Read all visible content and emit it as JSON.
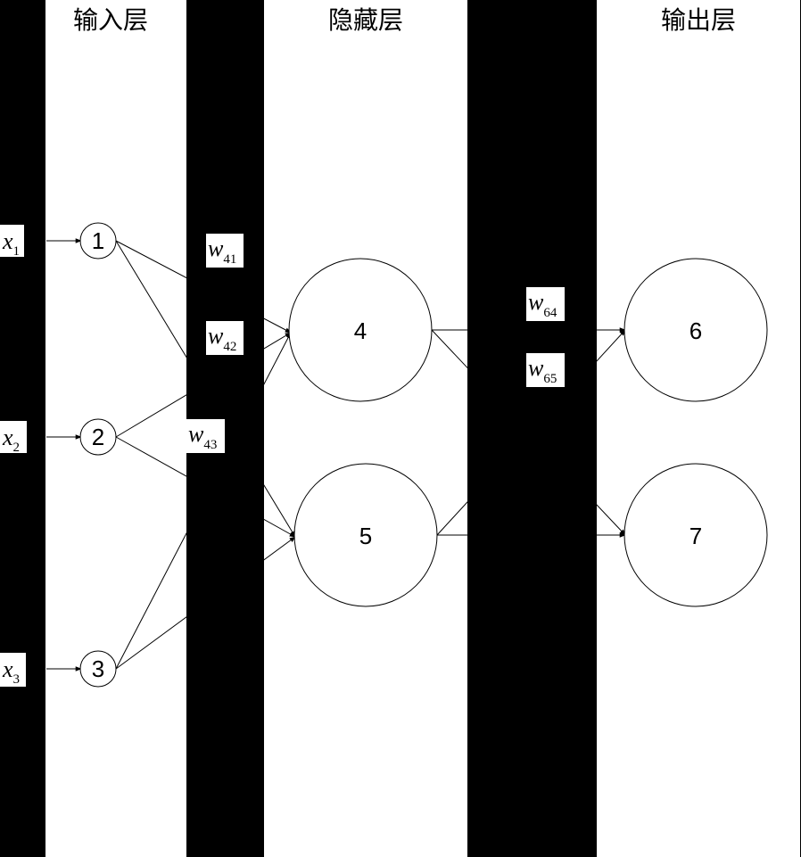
{
  "columns": [
    {
      "id": "input",
      "title": "输入层"
    },
    {
      "id": "hidden",
      "title": "隐藏层"
    },
    {
      "id": "output",
      "title": "输出层"
    }
  ],
  "inputs": [
    {
      "base": "x",
      "sub": "1"
    },
    {
      "base": "x",
      "sub": "2"
    },
    {
      "base": "x",
      "sub": "3"
    }
  ],
  "nodes": [
    {
      "id": "1",
      "label": "1"
    },
    {
      "id": "2",
      "label": "2"
    },
    {
      "id": "3",
      "label": "3"
    },
    {
      "id": "4",
      "label": "4"
    },
    {
      "id": "5",
      "label": "5"
    },
    {
      "id": "6",
      "label": "6"
    },
    {
      "id": "7",
      "label": "7"
    }
  ],
  "edges": [
    [
      "1",
      "4"
    ],
    [
      "1",
      "5"
    ],
    [
      "2",
      "4"
    ],
    [
      "2",
      "5"
    ],
    [
      "3",
      "4"
    ],
    [
      "3",
      "5"
    ],
    [
      "4",
      "6"
    ],
    [
      "4",
      "7"
    ],
    [
      "5",
      "6"
    ],
    [
      "5",
      "7"
    ]
  ],
  "weights": [
    {
      "base": "w",
      "sub": "41"
    },
    {
      "base": "w",
      "sub": "42"
    },
    {
      "base": "w",
      "sub": "43"
    },
    {
      "base": "w",
      "sub": "64"
    },
    {
      "base": "w",
      "sub": "65"
    }
  ],
  "colors": {
    "background": "#000000",
    "column": "#ffffff",
    "stroke": "#000000",
    "node_fill": "#ffffff"
  }
}
